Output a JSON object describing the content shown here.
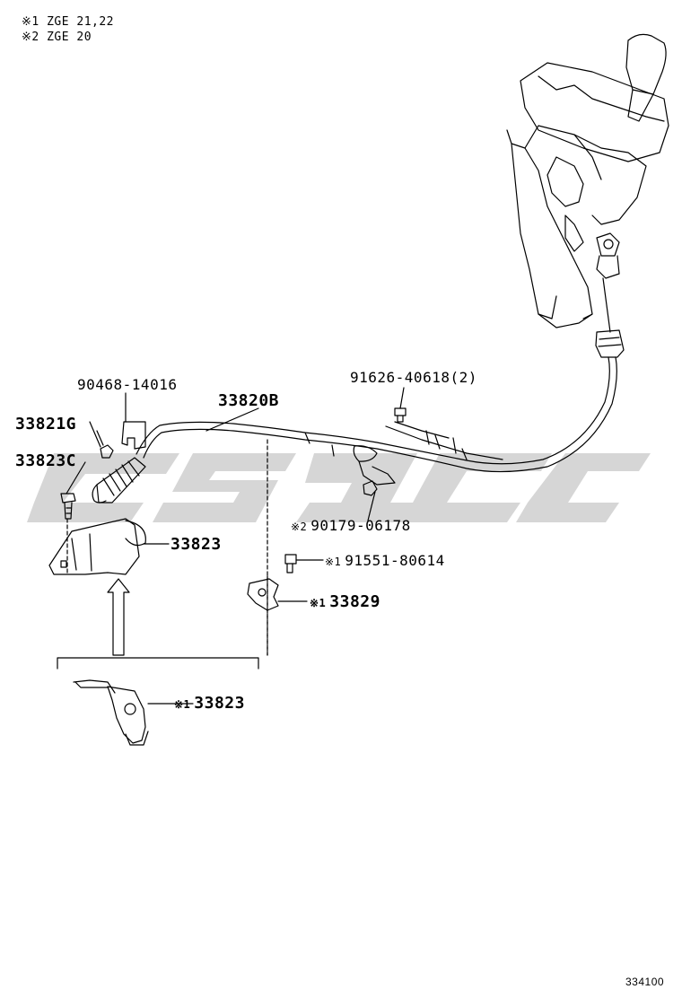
{
  "notes": [
    {
      "mark": "※1",
      "text": "ZGE 21,22"
    },
    {
      "mark": "※2",
      "text": "ZGE 20"
    }
  ],
  "parts": {
    "p90468": {
      "mark": "",
      "text": "90468-14016"
    },
    "p33820B": {
      "mark": "",
      "text": "33820B"
    },
    "p33821G": {
      "mark": "",
      "text": "33821G"
    },
    "p33823C": {
      "mark": "",
      "text": "33823C"
    },
    "p91626": {
      "mark": "",
      "text": "91626-40618(2)"
    },
    "p90179": {
      "mark": "※2",
      "text": "90179-06178"
    },
    "p91551": {
      "mark": "※1",
      "text": "91551-80614"
    },
    "p33823": {
      "mark": "",
      "text": "33823"
    },
    "p33829": {
      "mark": "※1",
      "text": "33829"
    },
    "p33823alt": {
      "mark": "※1",
      "text": "33823"
    }
  },
  "diagram_code": "334100",
  "colors": {
    "line": "#000000",
    "watermark": "#d4d4d4"
  }
}
